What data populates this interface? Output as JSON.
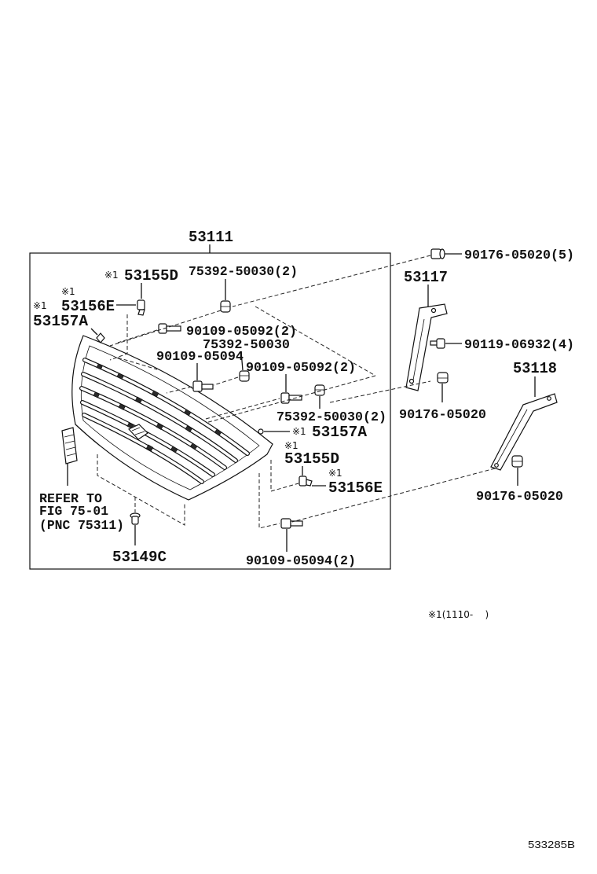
{
  "assembly": {
    "part_no": "53111"
  },
  "callouts": [
    {
      "mark": "※1",
      "part": "53155D"
    },
    {
      "part": "75392-50030(2)"
    },
    {
      "mark": "※1",
      "part": "53156E"
    },
    {
      "mark": "※1",
      "part": "53157A"
    },
    {
      "part": "90109-05092(2)"
    },
    {
      "part": "75392-50030"
    },
    {
      "part": "90109-05094"
    },
    {
      "part": "90109-05092(2)"
    },
    {
      "part": "75392-50030(2)"
    },
    {
      "mark": "※1",
      "part": "53157A"
    },
    {
      "mark": "※1",
      "part": "53155D"
    },
    {
      "mark": "※1",
      "part": "53156E"
    },
    {
      "part": "53149C"
    },
    {
      "part": "90109-05094(2)"
    },
    {
      "part": "90176-05020(5)"
    },
    {
      "part": "53117"
    },
    {
      "part": "90119-06932(4)"
    },
    {
      "part": "53118"
    },
    {
      "part": "90176-05020"
    },
    {
      "part": "90176-05020"
    }
  ],
  "reference": {
    "lines": [
      "REFER TO",
      "FIG 75-01",
      "(PNC 75311)"
    ]
  },
  "footnote": "※1(1110-    )",
  "illustration_code": "533285B"
}
